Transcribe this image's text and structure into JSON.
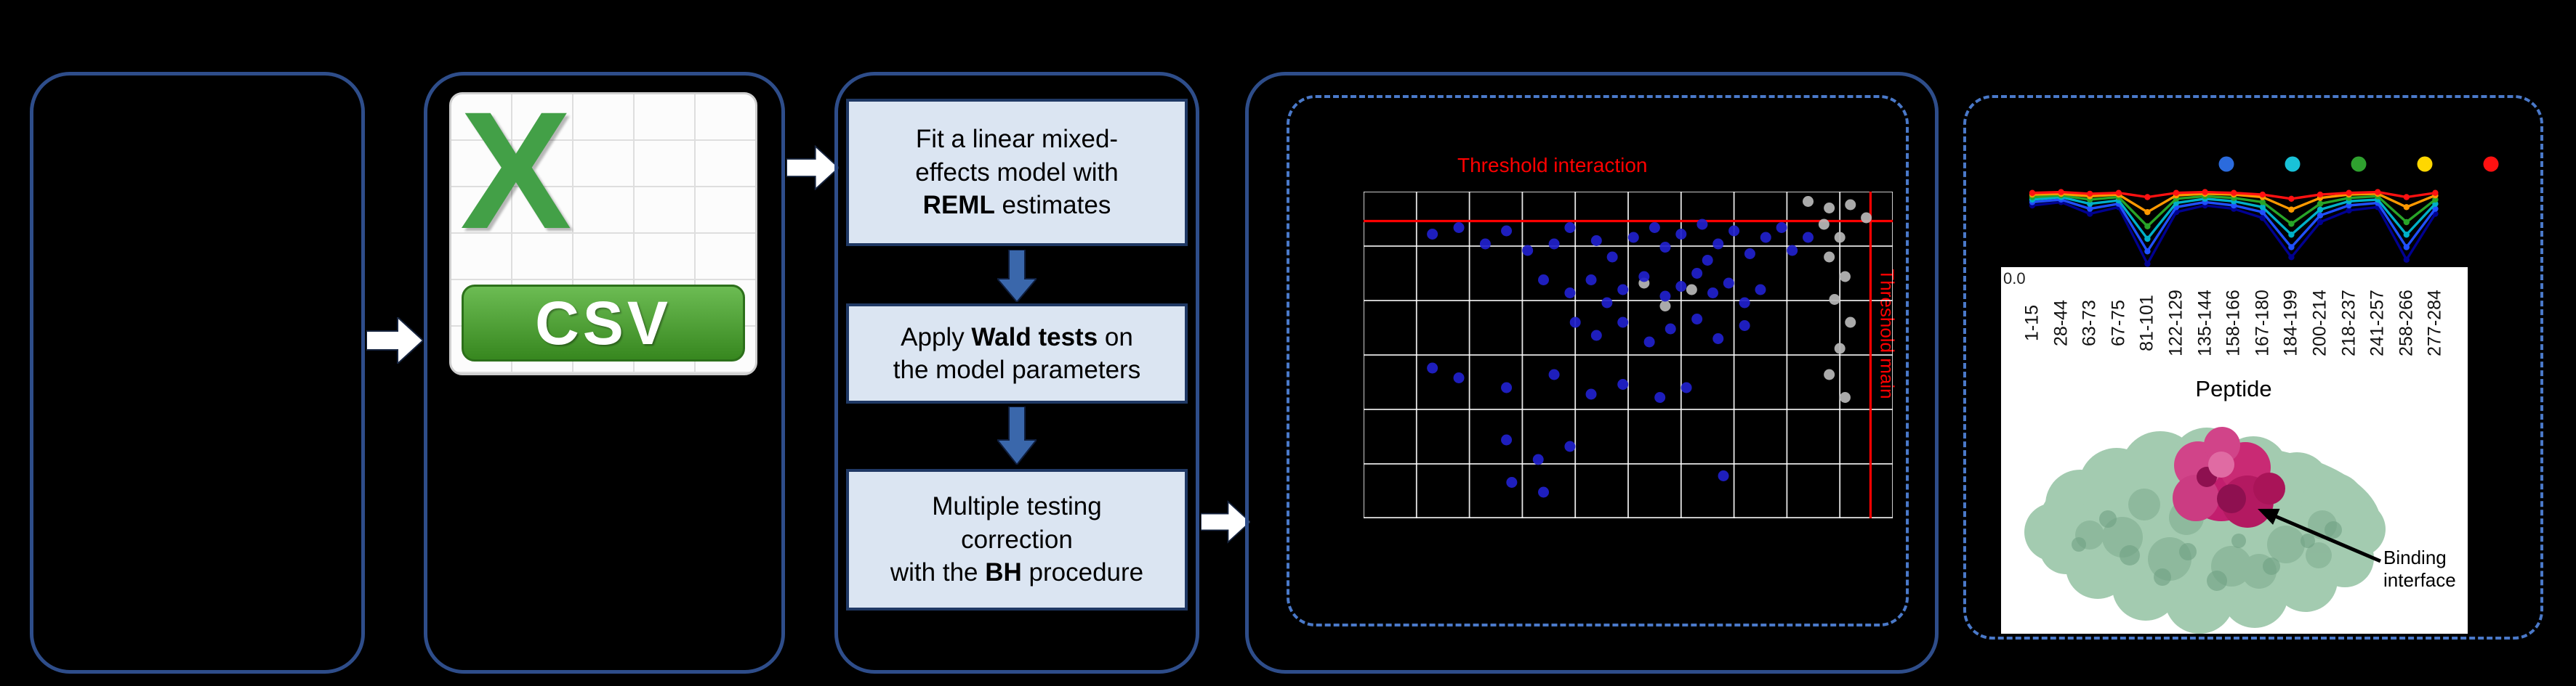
{
  "colors": {
    "background": "#000000",
    "panel_border": "#2e4d8a",
    "dashed_border": "#4a79c9",
    "step_box_fill": "#dbe5f2",
    "step_box_border": "#1f3864",
    "threshold_red": "#ff0000",
    "csv_green": "#43a047",
    "candidate_blue": "#2121cd",
    "noncandidate_gray": "#b9b9b9"
  },
  "csv_icon": {
    "letter": "X",
    "label": "CSV"
  },
  "workflow_steps": [
    {
      "pre": "Fit a linear mixed-\neffects model with\n",
      "bold": "REML",
      "post": " estimates"
    },
    {
      "pre": "Apply ",
      "bold": "Wald tests",
      "post": " on\nthe model parameters"
    },
    {
      "pre": "Multiple testing\ncorrection\nwith the ",
      "bold": "BH",
      "post": " procedure"
    }
  ],
  "chart_data": [
    {
      "type": "scatter",
      "annotations": {
        "interaction_threshold": "Threshold interaction",
        "main_threshold": "Threshold main"
      },
      "threshold_color": "#ff0000",
      "h_threshold_frac": 0.09,
      "v_threshold_frac": 0.958,
      "grid": {
        "cols": 10,
        "rows": 6,
        "color": "#ffffff"
      },
      "series": [
        {
          "color": "#b9b9b9",
          "points": [
            [
              0.84,
              0.03
            ],
            [
              0.88,
              0.05
            ],
            [
              0.92,
              0.04
            ],
            [
              0.95,
              0.08
            ],
            [
              0.87,
              0.1
            ],
            [
              0.9,
              0.14
            ],
            [
              0.88,
              0.2
            ],
            [
              0.91,
              0.26
            ],
            [
              0.89,
              0.33
            ],
            [
              0.92,
              0.4
            ],
            [
              0.9,
              0.48
            ],
            [
              0.88,
              0.56
            ],
            [
              0.91,
              0.63
            ],
            [
              0.53,
              0.28
            ],
            [
              0.57,
              0.35
            ],
            [
              0.62,
              0.3
            ]
          ]
        },
        {
          "color": "#2121cd",
          "points": [
            [
              0.13,
              0.13
            ],
            [
              0.18,
              0.11
            ],
            [
              0.23,
              0.16
            ],
            [
              0.27,
              0.12
            ],
            [
              0.31,
              0.18
            ],
            [
              0.36,
              0.16
            ],
            [
              0.39,
              0.11
            ],
            [
              0.44,
              0.15
            ],
            [
              0.47,
              0.2
            ],
            [
              0.51,
              0.14
            ],
            [
              0.55,
              0.11
            ],
            [
              0.57,
              0.17
            ],
            [
              0.6,
              0.13
            ],
            [
              0.64,
              0.1
            ],
            [
              0.67,
              0.16
            ],
            [
              0.7,
              0.12
            ],
            [
              0.65,
              0.21
            ],
            [
              0.73,
              0.19
            ],
            [
              0.76,
              0.14
            ],
            [
              0.79,
              0.11
            ],
            [
              0.81,
              0.18
            ],
            [
              0.84,
              0.14
            ],
            [
              0.34,
              0.27
            ],
            [
              0.39,
              0.31
            ],
            [
              0.43,
              0.27
            ],
            [
              0.46,
              0.34
            ],
            [
              0.49,
              0.3
            ],
            [
              0.53,
              0.26
            ],
            [
              0.57,
              0.32
            ],
            [
              0.6,
              0.29
            ],
            [
              0.63,
              0.25
            ],
            [
              0.66,
              0.31
            ],
            [
              0.69,
              0.28
            ],
            [
              0.72,
              0.34
            ],
            [
              0.75,
              0.3
            ],
            [
              0.4,
              0.4
            ],
            [
              0.44,
              0.44
            ],
            [
              0.49,
              0.4
            ],
            [
              0.54,
              0.46
            ],
            [
              0.58,
              0.42
            ],
            [
              0.63,
              0.39
            ],
            [
              0.67,
              0.45
            ],
            [
              0.72,
              0.41
            ],
            [
              0.13,
              0.54
            ],
            [
              0.18,
              0.57
            ],
            [
              0.27,
              0.6
            ],
            [
              0.36,
              0.56
            ],
            [
              0.43,
              0.62
            ],
            [
              0.49,
              0.59
            ],
            [
              0.56,
              0.63
            ],
            [
              0.61,
              0.6
            ],
            [
              0.27,
              0.76
            ],
            [
              0.33,
              0.82
            ],
            [
              0.39,
              0.78
            ],
            [
              0.28,
              0.89
            ],
            [
              0.34,
              0.92
            ],
            [
              0.68,
              0.87
            ]
          ]
        }
      ]
    },
    {
      "type": "line",
      "xlabel": "Peptide",
      "y_tick_labels": [
        "0.0"
      ],
      "categories": [
        "1-15",
        "28-44",
        "63-73",
        "67-75",
        "81-101",
        "122-129",
        "135-144",
        "158-166",
        "167-180",
        "184-199",
        "200-214",
        "218-237",
        "241-257",
        "258-266",
        "277-284"
      ],
      "legend_dot_colors": [
        "#2b6bdd",
        "#19c2d8",
        "#2fa12f",
        "#ffd700",
        "#ff1111"
      ],
      "series": [
        {
          "color": "#000090",
          "values": [
            0.8,
            0.84,
            0.7,
            0.78,
            0.1,
            0.72,
            0.8,
            0.76,
            0.65,
            0.18,
            0.6,
            0.74,
            0.78,
            0.15,
            0.7
          ]
        },
        {
          "color": "#2050ff",
          "values": [
            0.84,
            0.87,
            0.76,
            0.82,
            0.25,
            0.78,
            0.84,
            0.8,
            0.72,
            0.3,
            0.68,
            0.8,
            0.83,
            0.3,
            0.76
          ]
        },
        {
          "color": "#00b0c8",
          "values": [
            0.87,
            0.9,
            0.82,
            0.86,
            0.4,
            0.83,
            0.88,
            0.85,
            0.78,
            0.45,
            0.75,
            0.85,
            0.87,
            0.45,
            0.82
          ]
        },
        {
          "color": "#28a428",
          "values": [
            0.9,
            0.92,
            0.87,
            0.9,
            0.55,
            0.88,
            0.91,
            0.89,
            0.84,
            0.58,
            0.82,
            0.89,
            0.91,
            0.6,
            0.87
          ]
        },
        {
          "color": "#ff9900",
          "values": [
            0.93,
            0.94,
            0.91,
            0.93,
            0.72,
            0.92,
            0.94,
            0.93,
            0.9,
            0.75,
            0.89,
            0.93,
            0.94,
            0.78,
            0.92
          ]
        },
        {
          "color": "#ff1111",
          "values": [
            0.95,
            0.96,
            0.94,
            0.95,
            0.9,
            0.95,
            0.96,
            0.95,
            0.93,
            0.88,
            0.93,
            0.95,
            0.96,
            0.9,
            0.95
          ]
        }
      ]
    }
  ],
  "protein_panel": {
    "annotation": "Binding interface"
  }
}
